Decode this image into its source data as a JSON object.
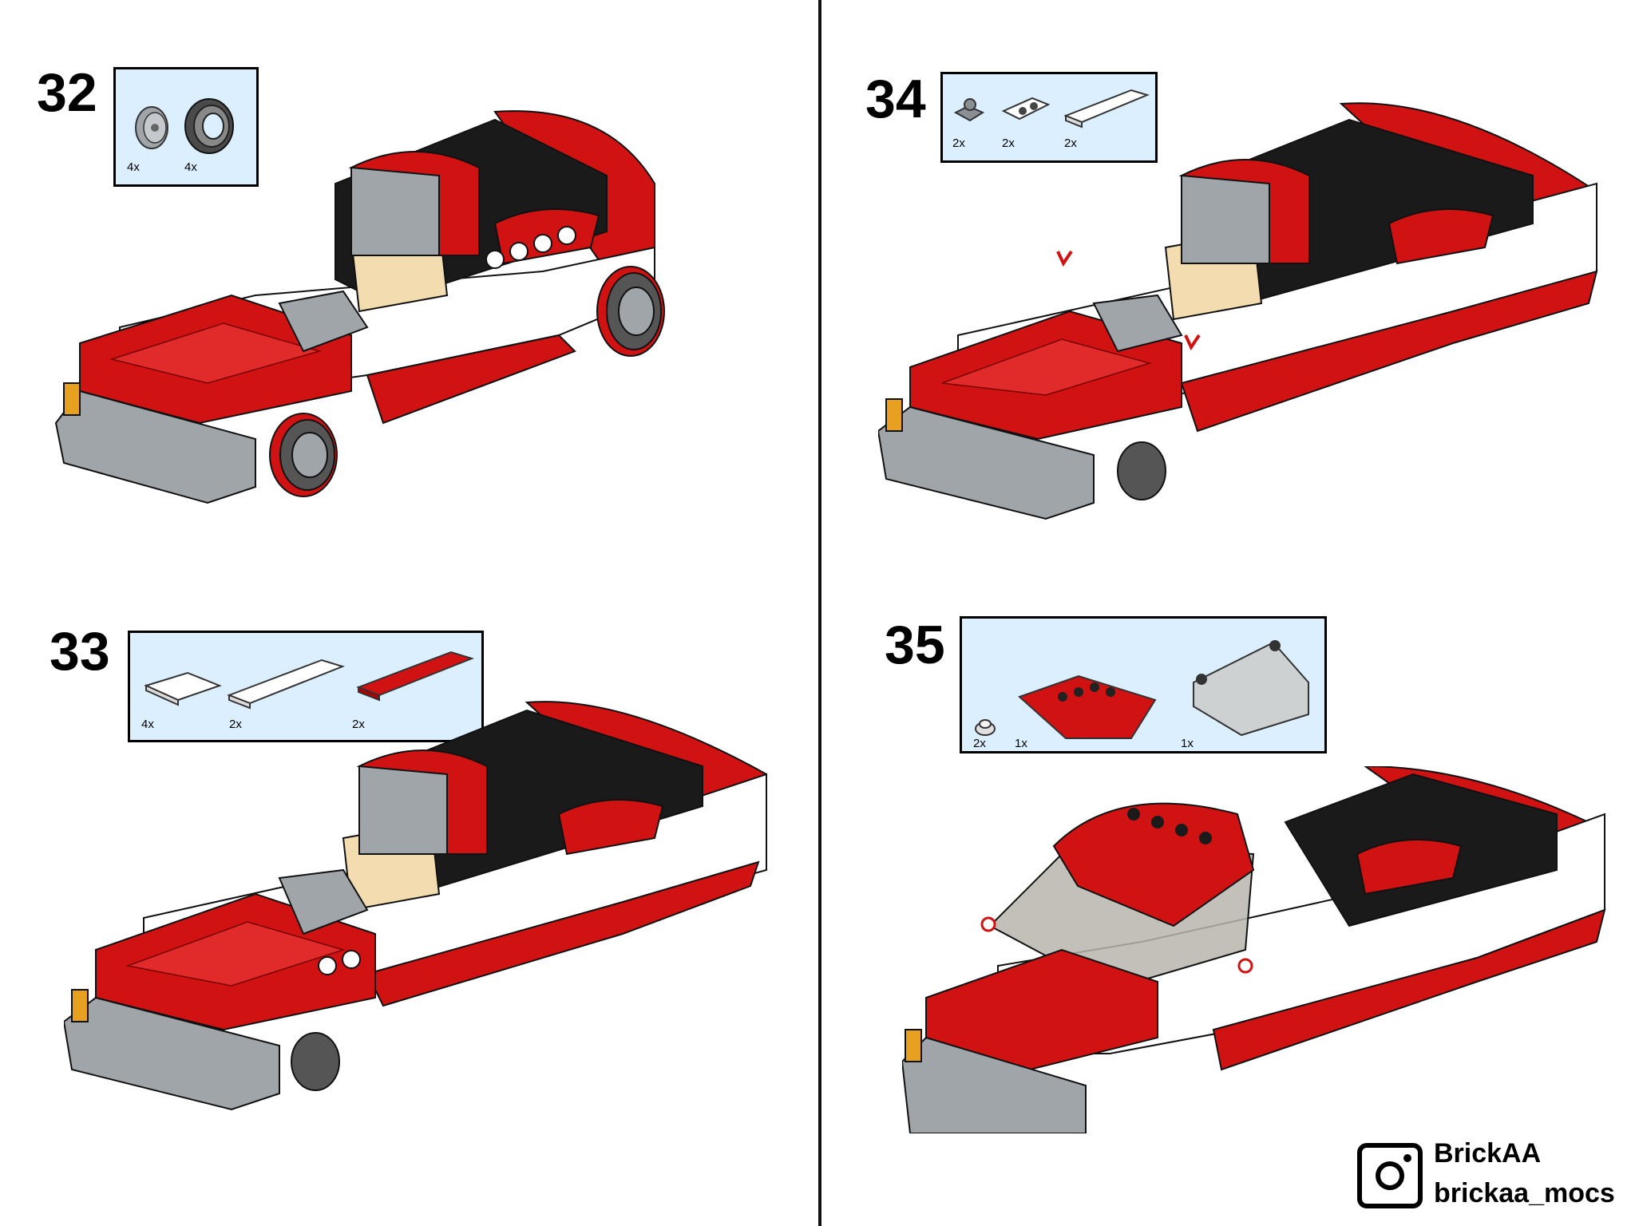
{
  "steps": [
    {
      "number": "32",
      "parts": [
        {
          "name": "wheel-rim",
          "qty": "4x"
        },
        {
          "name": "tire",
          "qty": "4x"
        }
      ]
    },
    {
      "number": "33",
      "parts": [
        {
          "name": "white-tile-1x2",
          "qty": "4x"
        },
        {
          "name": "white-tile-1x4",
          "qty": "2x"
        },
        {
          "name": "red-tile-1x4",
          "qty": "2x"
        }
      ]
    },
    {
      "number": "34",
      "parts": [
        {
          "name": "gray-clip-plate",
          "qty": "2x"
        },
        {
          "name": "white-bracket",
          "qty": "2x"
        },
        {
          "name": "white-tile-1x4",
          "qty": "2x"
        }
      ]
    },
    {
      "number": "35",
      "parts": [
        {
          "name": "gray-round-plate",
          "qty": "2x"
        },
        {
          "name": "red-wedge-plate",
          "qty": "1x"
        },
        {
          "name": "trans-windscreen",
          "qty": "1x"
        }
      ]
    }
  ],
  "footer": {
    "brand": "BrickAA",
    "handle": "brickaa_mocs",
    "icon": "instagram-icon"
  },
  "colors": {
    "red": "#d01212",
    "white": "#ffffff",
    "black": "#1a1a1a",
    "gray": "#a0a5aa",
    "tan": "#f3ddb0",
    "panel": "#dcefff"
  }
}
